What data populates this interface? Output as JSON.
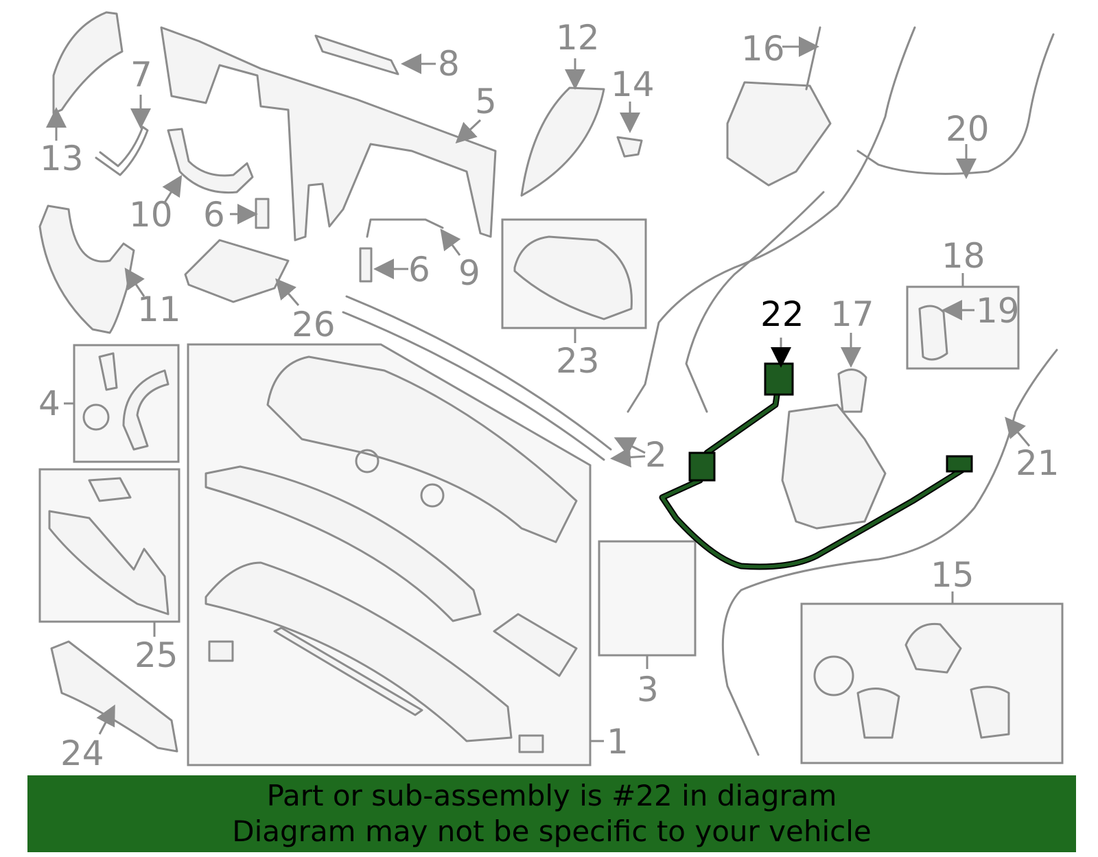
{
  "diagram": {
    "callouts": [
      "1",
      "2",
      "3",
      "4",
      "5",
      "6",
      "6",
      "7",
      "8",
      "9",
      "10",
      "11",
      "12",
      "13",
      "14",
      "15",
      "16",
      "17",
      "18",
      "19",
      "20",
      "21",
      "22",
      "23",
      "24",
      "25",
      "26"
    ],
    "highlighted_part": "22",
    "highlight_color": "#1e6b1e",
    "line_color": "#8c8c8c"
  },
  "banner": {
    "line1": "Part or sub-assembly is #22 in diagram",
    "line2": "Diagram may not be specific to your vehicle",
    "background": "#1e6b1e"
  }
}
